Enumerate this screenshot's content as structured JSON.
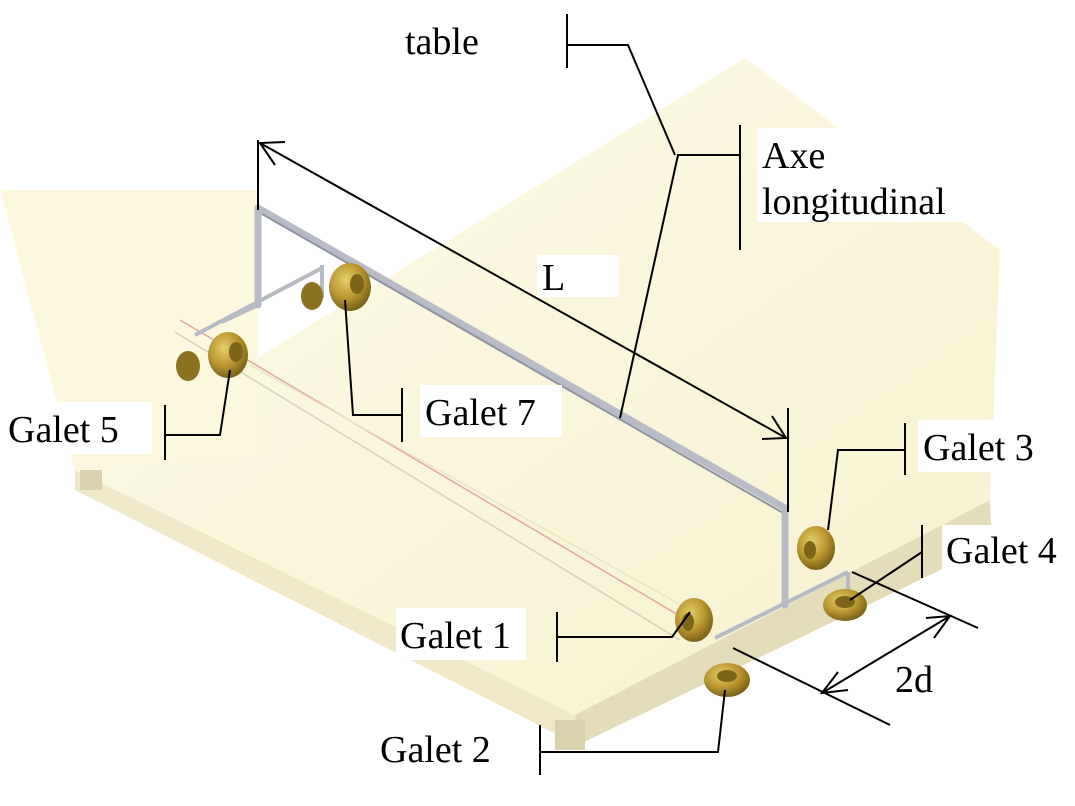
{
  "labels": {
    "table": "table",
    "axe_line1": "Axe",
    "axe_line2": "longitudinal",
    "length": "L",
    "galet1": "Galet 1",
    "galet2": "Galet 2",
    "galet3": "Galet 3",
    "galet4": "Galet 4",
    "galet5": "Galet 5",
    "galet7": "Galet 7",
    "spacing": "2d"
  },
  "colors": {
    "table_top": "#fbf8dc",
    "table_edge": "#e9e3c4",
    "table_side": "#ddd6b3",
    "rod": "#b9bcc6",
    "wheel": "#a98a2a",
    "wheel_light": "#d9c05e",
    "centre_line": "#e2a7a0"
  }
}
